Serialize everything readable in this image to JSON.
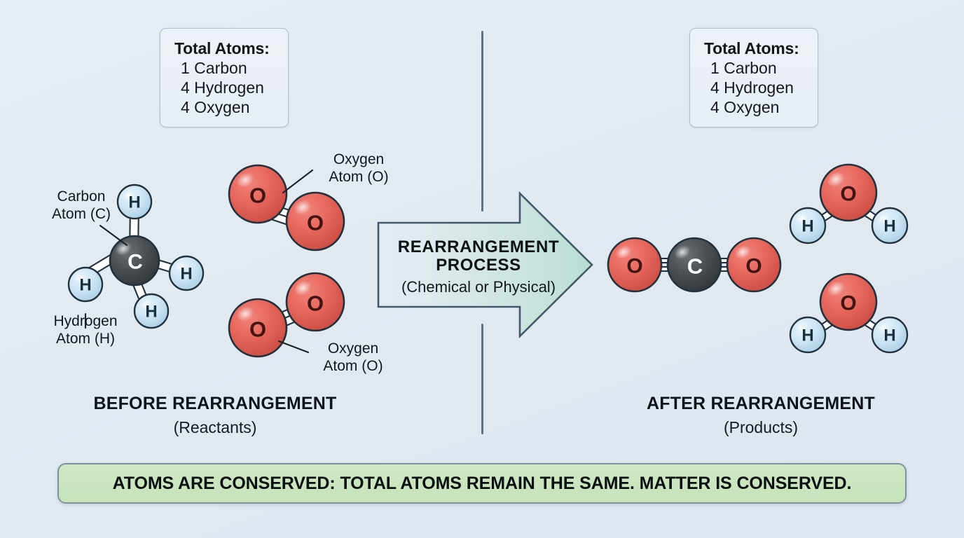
{
  "background_color": "#e3eaf2",
  "left_panel": {
    "atoms_box": {
      "title": "Total Atoms:",
      "lines": [
        "1 Carbon",
        "4 Hydrogen",
        "4 Oxygen"
      ]
    },
    "caption": {
      "main": "BEFORE REARRANGEMENT",
      "sub": "(Reactants)"
    },
    "annotations": {
      "carbon": "Carbon\nAtom (C)",
      "carbon_l1": "Carbon",
      "carbon_l2": "Atom (C)",
      "hydrogen_l1": "Hydrogen",
      "hydrogen_l2": "Atom (H)",
      "oxygen_top_l1": "Oxygen",
      "oxygen_top_l2": "Atom (O)",
      "oxygen_bottom_l1": "Oxygen",
      "oxygen_bottom_l2": "Atom (O)"
    },
    "molecules": [
      {
        "name": "methane",
        "formula": "CH4",
        "atoms": [
          {
            "element": "C",
            "label": "C"
          },
          {
            "element": "H",
            "label": "H"
          },
          {
            "element": "H",
            "label": "H"
          },
          {
            "element": "H",
            "label": "H"
          },
          {
            "element": "H",
            "label": "H"
          }
        ]
      },
      {
        "name": "oxygen-upper",
        "formula": "O2",
        "atoms": [
          {
            "element": "O",
            "label": "O"
          },
          {
            "element": "O",
            "label": "O"
          }
        ]
      },
      {
        "name": "oxygen-lower",
        "formula": "O2",
        "atoms": [
          {
            "element": "O",
            "label": "O"
          },
          {
            "element": "O",
            "label": "O"
          }
        ]
      }
    ]
  },
  "arrow": {
    "line1": "REARRANGEMENT",
    "line2": "PROCESS",
    "line3": "(Chemical or Physical)",
    "fill_start": "#e7eef2",
    "fill_end": "#bcdfd6",
    "stroke": "#41596b"
  },
  "right_panel": {
    "atoms_box": {
      "title": "Total Atoms:",
      "lines": [
        "1 Carbon",
        "4 Hydrogen",
        "4 Oxygen"
      ]
    },
    "caption": {
      "main": "AFTER REARRANGEMENT",
      "sub": "(Products)"
    },
    "molecules": [
      {
        "name": "carbon-dioxide",
        "formula": "CO2",
        "atoms": [
          {
            "element": "O",
            "label": "O"
          },
          {
            "element": "C",
            "label": "C"
          },
          {
            "element": "O",
            "label": "O"
          }
        ]
      },
      {
        "name": "water-upper",
        "formula": "H2O",
        "atoms": [
          {
            "element": "O",
            "label": "O"
          },
          {
            "element": "H",
            "label": "H"
          },
          {
            "element": "H",
            "label": "H"
          }
        ]
      },
      {
        "name": "water-lower",
        "formula": "H2O",
        "atoms": [
          {
            "element": "O",
            "label": "O"
          },
          {
            "element": "H",
            "label": "H"
          },
          {
            "element": "H",
            "label": "H"
          }
        ]
      }
    ]
  },
  "banner": {
    "text": "ATOMS ARE CONSERVED: TOTAL ATOMS REMAIN THE SAME. MATTER IS CONSERVED.",
    "background_color": "#c9e5be",
    "border_color": "#7d939f"
  },
  "palette": {
    "carbon_fill": "#4b5155",
    "carbon_dark": "#33383b",
    "carbon_text": "#ffffff",
    "hydrogen_fill": "#cfe6f5",
    "hydrogen_dark": "#a9cfe6",
    "hydrogen_text": "#17313f",
    "oxygen_fill": "#e8685e",
    "oxygen_dark": "#cf4f46",
    "oxygen_text": "#431512",
    "outline": "#22313c",
    "bond": "#ffffff"
  }
}
